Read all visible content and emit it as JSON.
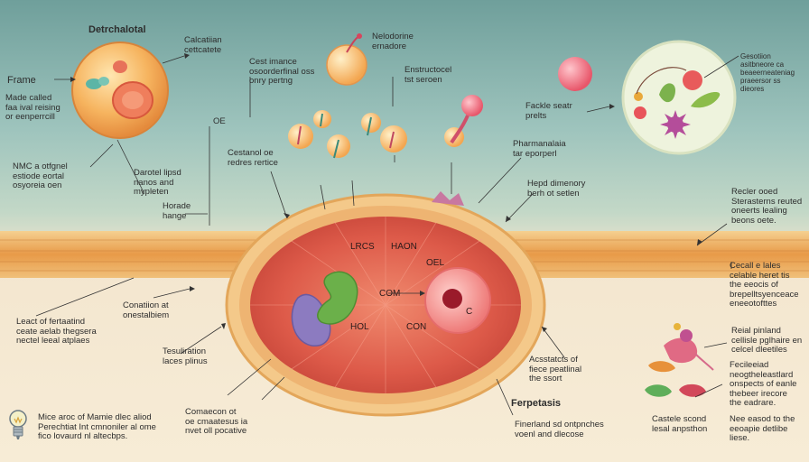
{
  "labels": {
    "top_title": "Detrchalotal",
    "calcium": "Calcatiian\ncettcatete",
    "frame": "Frame",
    "made_called": "Made called\nfaa ival reising\nor eenperrcill",
    "nmc": "NMC a otfgnel\nestiode eortal\nosyoreia oen",
    "cest_imance": "Cest imance\nosoorderfinal oss\nonry pertng",
    "oe": "OE",
    "nelodorine": "Nelodorine\nernadore",
    "enstructocel": "Enstructocel\ntst seroen",
    "cestanol": "Cestanol oe\nredres rertice",
    "darotel": "Darotel lipsd\nnanos and\nmypleten",
    "horade": "Horade\nhange",
    "fackle": "Fackle seatr\nprelts",
    "pharmnaliesi": "Pharmanalaia\ntar eporperl",
    "hepd": "Hepd dimenory\nberh ot setlen",
    "condotion": "Conatiion at\nonestalbiem",
    "least": "Leact of fertaatind\nceate aelab thegsera\nnectel leeal atplaes",
    "tesuliration": "Tesuliration\nlaces plinus",
    "comaecon": "Comaecon ot\noe cmaatesus ia\nnvet oll pocative",
    "mice_bottom": "Mice aroc of Mamie dlec aliod\nPerechtiat Int cmnoniler al ome\nfico lovaurd nl altecbps.",
    "acstatcts": "Acsstatcts of\nfiece peatlinal\nthe ssort",
    "ferpetasis": "Ferpetasis",
    "finerland": "Finerland sd ontpnches\nvoenl and dlecose",
    "recler": "Recler ooed\nSterasterns reuted\noneerts lealing\nbeons oete.",
    "cecall": "Cecall e lales\ncelable heret tis\nthe eeocis of\nbrepelltsyenceace\neneeotofttes",
    "reial": "Reial pinland\ncellisle pglhaire en\ncelcel dleetiles",
    "fecileeiad": "Fecileeiad\nneogtheleastlard\nonspects of eanle\nthebeer irecore\nthe eadrare.",
    "castele": "Castele scond\nlesal anpsthon",
    "neeasod": "Nee easod to the\neeoapie detlibe\nliese.",
    "top_right": "Gesotiion\nasitbneore ca\nbeaeerneateniag\npraeersor ss\ndieores"
  },
  "cell_labels": {
    "lrcs": "LRCS",
    "haon": "HAON",
    "oel": "OEL",
    "com": "COM",
    "hol": "HOL",
    "con": "CON",
    "c": "C"
  },
  "colors": {
    "sky": "#6f9f9b",
    "tissue": "#e9a24e",
    "nucleus": "#f2837f",
    "cytoplasm": "#d9544c",
    "organelle_green": "#6bb04a",
    "organelle_purple": "#8c7bc0"
  },
  "icons": {
    "bulb": "lightbulb-icon"
  }
}
